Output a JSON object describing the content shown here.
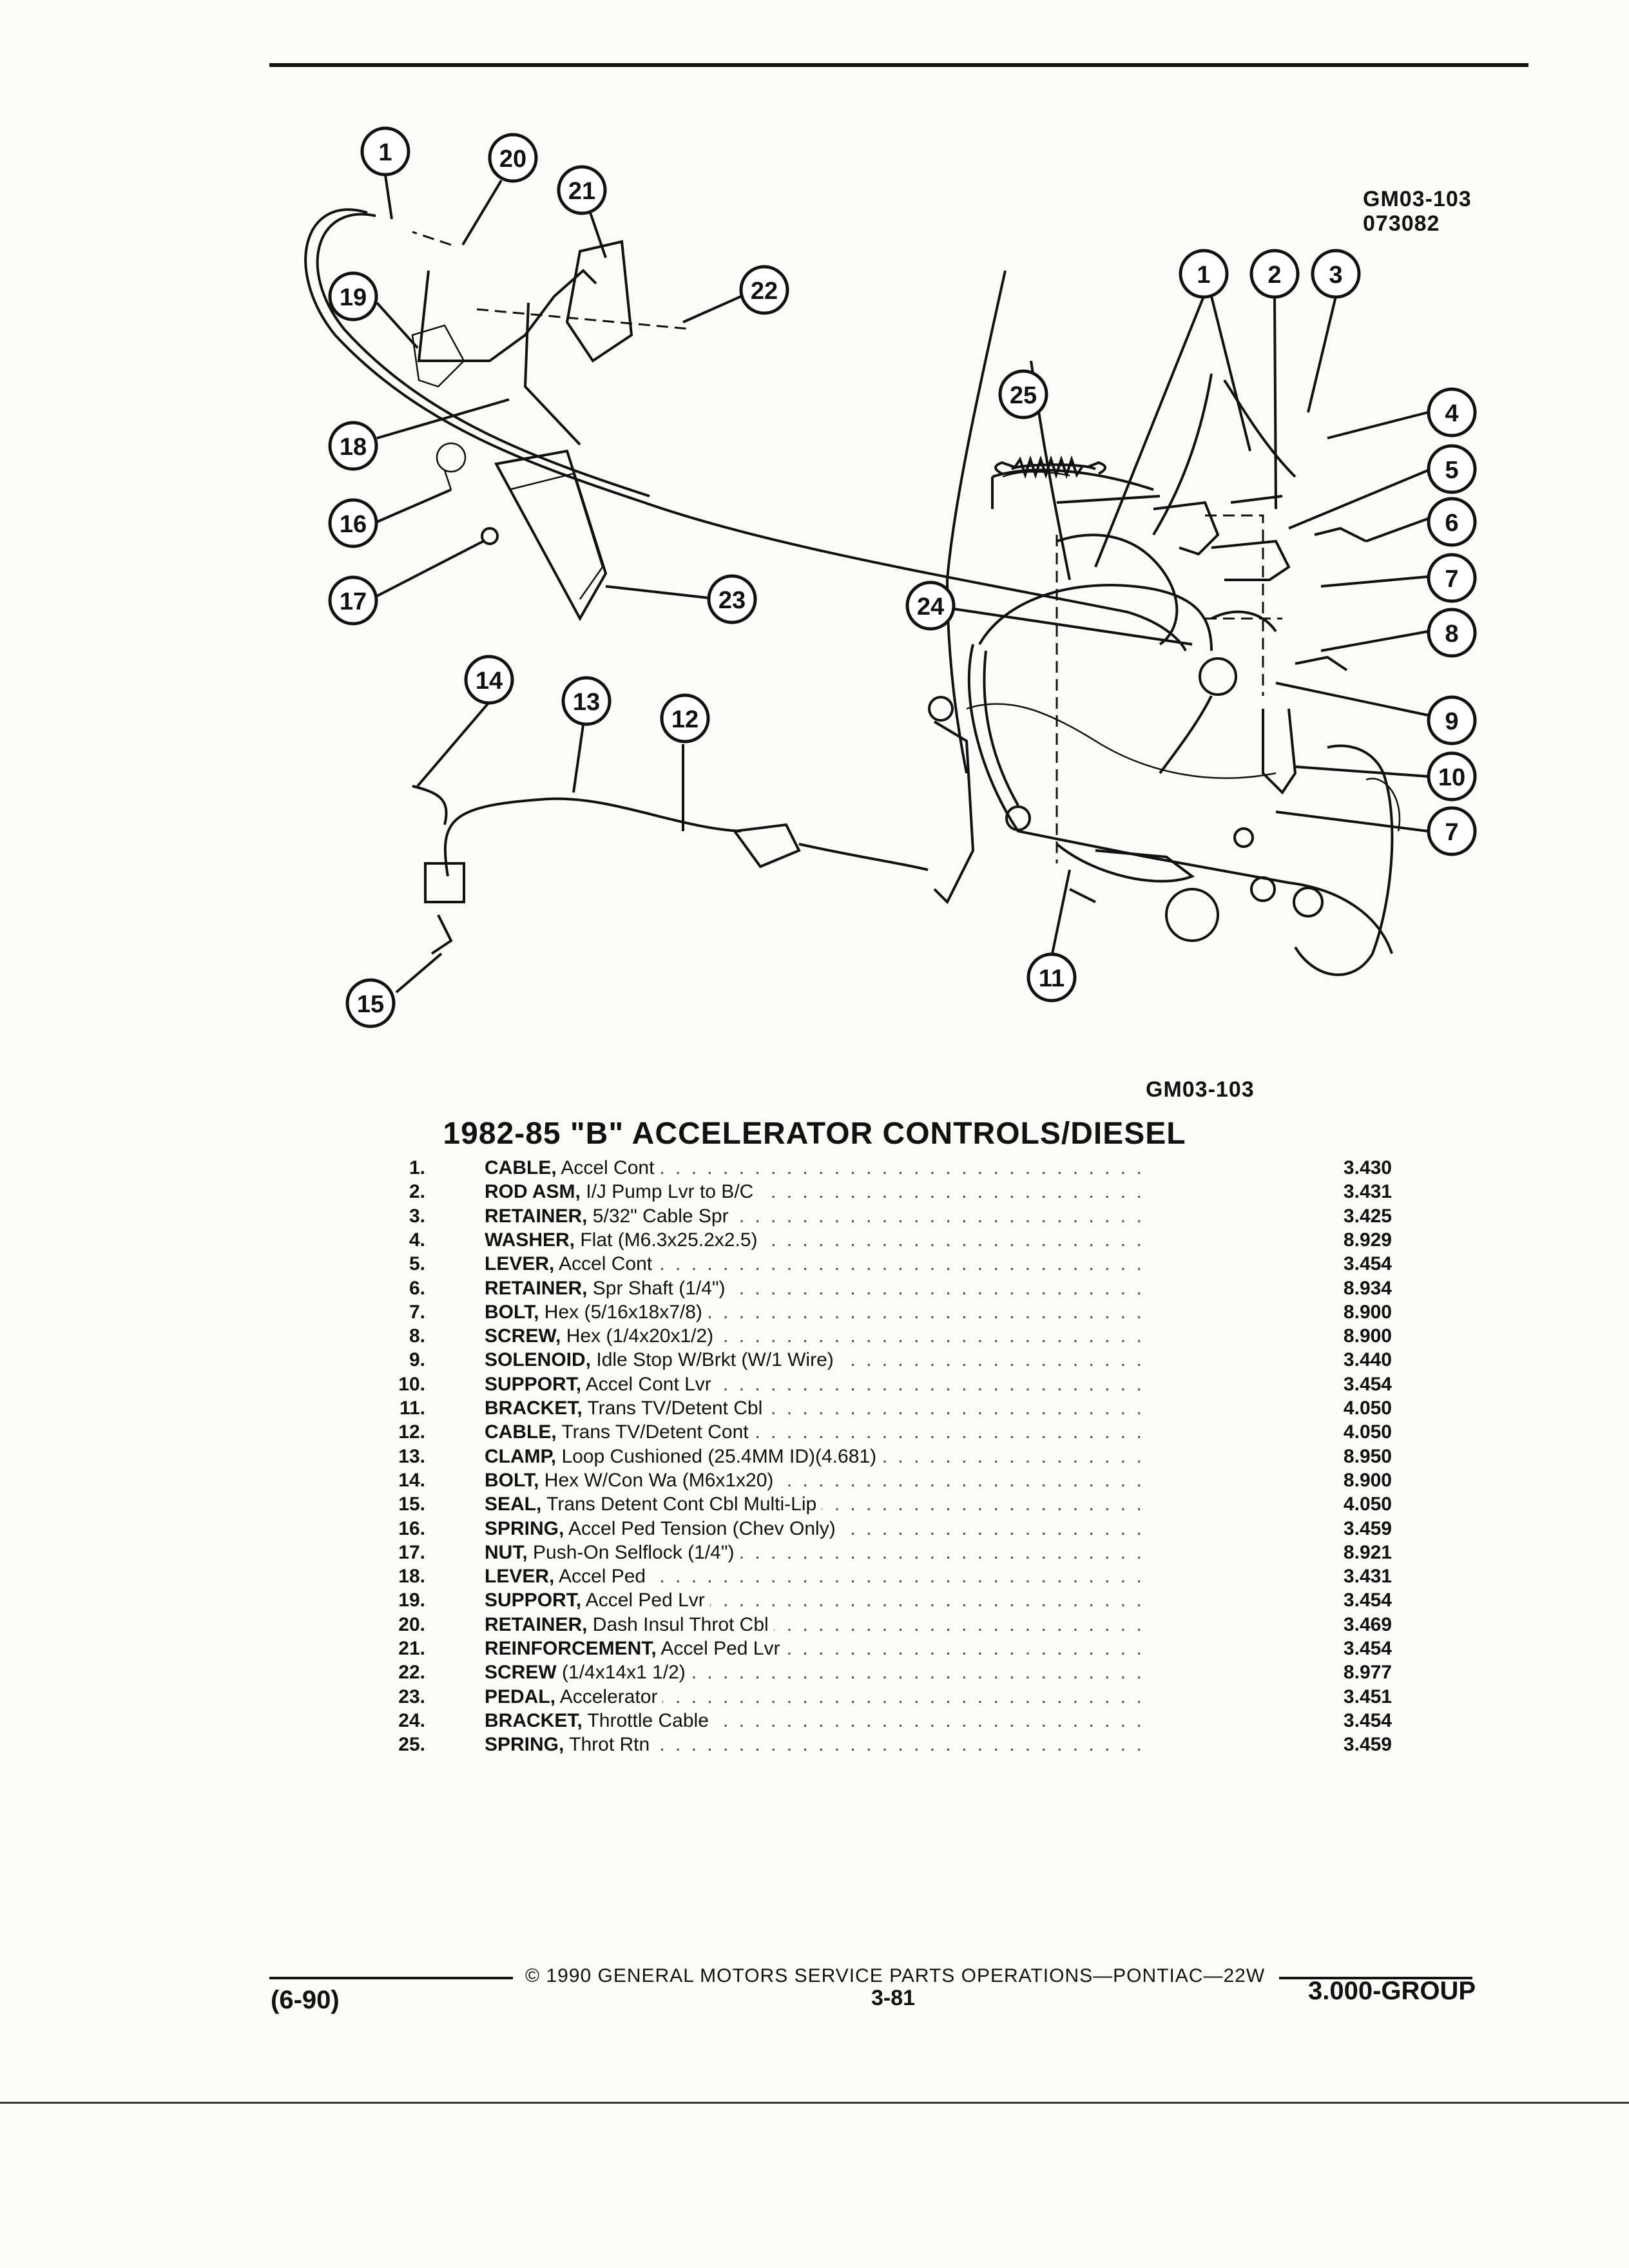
{
  "diagram": {
    "code_top": "GM03-103",
    "date_code": "073082",
    "code_bottom": "GM03-103",
    "callouts": [
      "1",
      "20",
      "21",
      "22",
      "19",
      "18",
      "16",
      "17",
      "23",
      "1",
      "2",
      "3",
      "4",
      "25",
      "5",
      "6",
      "7",
      "24",
      "8",
      "9",
      "14",
      "13",
      "12",
      "10",
      "7",
      "11",
      "15"
    ]
  },
  "title": "1982-85 \"B\" ACCELERATOR CONTROLS/DIESEL",
  "parts": [
    {
      "num": "1.",
      "name": "CABLE,",
      "desc": "Accel Cont",
      "code": "3.430"
    },
    {
      "num": "2.",
      "name": "ROD ASM,",
      "desc": "I/J Pump Lvr to B/C",
      "code": "3.431"
    },
    {
      "num": "3.",
      "name": "RETAINER,",
      "desc": "5/32\" Cable Spr",
      "code": "3.425"
    },
    {
      "num": "4.",
      "name": "WASHER,",
      "desc": "Flat (M6.3x25.2x2.5)",
      "code": "8.929"
    },
    {
      "num": "5.",
      "name": "LEVER,",
      "desc": "Accel Cont",
      "code": "3.454"
    },
    {
      "num": "6.",
      "name": "RETAINER,",
      "desc": "Spr Shaft (1/4\")",
      "code": "8.934"
    },
    {
      "num": "7.",
      "name": "BOLT,",
      "desc": "Hex (5/16x18x7/8)",
      "code": "8.900"
    },
    {
      "num": "8.",
      "name": "SCREW,",
      "desc": "Hex (1/4x20x1/2)",
      "code": "8.900"
    },
    {
      "num": "9.",
      "name": "SOLENOID,",
      "desc": "Idle Stop W/Brkt (W/1 Wire)",
      "code": "3.440"
    },
    {
      "num": "10.",
      "name": "SUPPORT,",
      "desc": "Accel Cont Lvr",
      "code": "3.454"
    },
    {
      "num": "11.",
      "name": "BRACKET,",
      "desc": "Trans TV/Detent Cbl",
      "code": "4.050"
    },
    {
      "num": "12.",
      "name": "CABLE,",
      "desc": "Trans TV/Detent Cont",
      "code": "4.050"
    },
    {
      "num": "13.",
      "name": "CLAMP,",
      "desc": "Loop Cushioned (25.4MM ID)(4.681)",
      "code": "8.950"
    },
    {
      "num": "14.",
      "name": "BOLT,",
      "desc": "Hex W/Con Wa (M6x1x20)",
      "code": "8.900"
    },
    {
      "num": "15.",
      "name": "SEAL,",
      "desc": "Trans Detent Cont Cbl Multi-Lip",
      "code": "4.050"
    },
    {
      "num": "16.",
      "name": "SPRING,",
      "desc": "Accel Ped Tension (Chev Only)",
      "code": "3.459"
    },
    {
      "num": "17.",
      "name": "NUT,",
      "desc": "Push-On Selflock (1/4\")",
      "code": "8.921"
    },
    {
      "num": "18.",
      "name": "LEVER,",
      "desc": "Accel Ped",
      "code": "3.431"
    },
    {
      "num": "19.",
      "name": "SUPPORT,",
      "desc": "Accel Ped Lvr",
      "code": "3.454"
    },
    {
      "num": "20.",
      "name": "RETAINER,",
      "desc": "Dash Insul Throt Cbl",
      "code": "3.469"
    },
    {
      "num": "21.",
      "name": "REINFORCEMENT,",
      "desc": "Accel Ped Lvr",
      "code": "3.454"
    },
    {
      "num": "22.",
      "name": "SCREW",
      "desc": "(1/4x14x1 1/2)",
      "code": "8.977"
    },
    {
      "num": "23.",
      "name": "PEDAL,",
      "desc": "Accelerator",
      "code": "3.451"
    },
    {
      "num": "24.",
      "name": "BRACKET,",
      "desc": "Throttle Cable",
      "code": "3.454"
    },
    {
      "num": "25.",
      "name": "SPRING,",
      "desc": "Throt Rtn",
      "code": "3.459"
    }
  ],
  "footer": {
    "copyright": "©  1990  GENERAL MOTORS SERVICE PARTS OPERATIONS—PONTIAC—22W",
    "date": "(6-90)",
    "page": "3-81",
    "group": "3.000-GROUP"
  }
}
